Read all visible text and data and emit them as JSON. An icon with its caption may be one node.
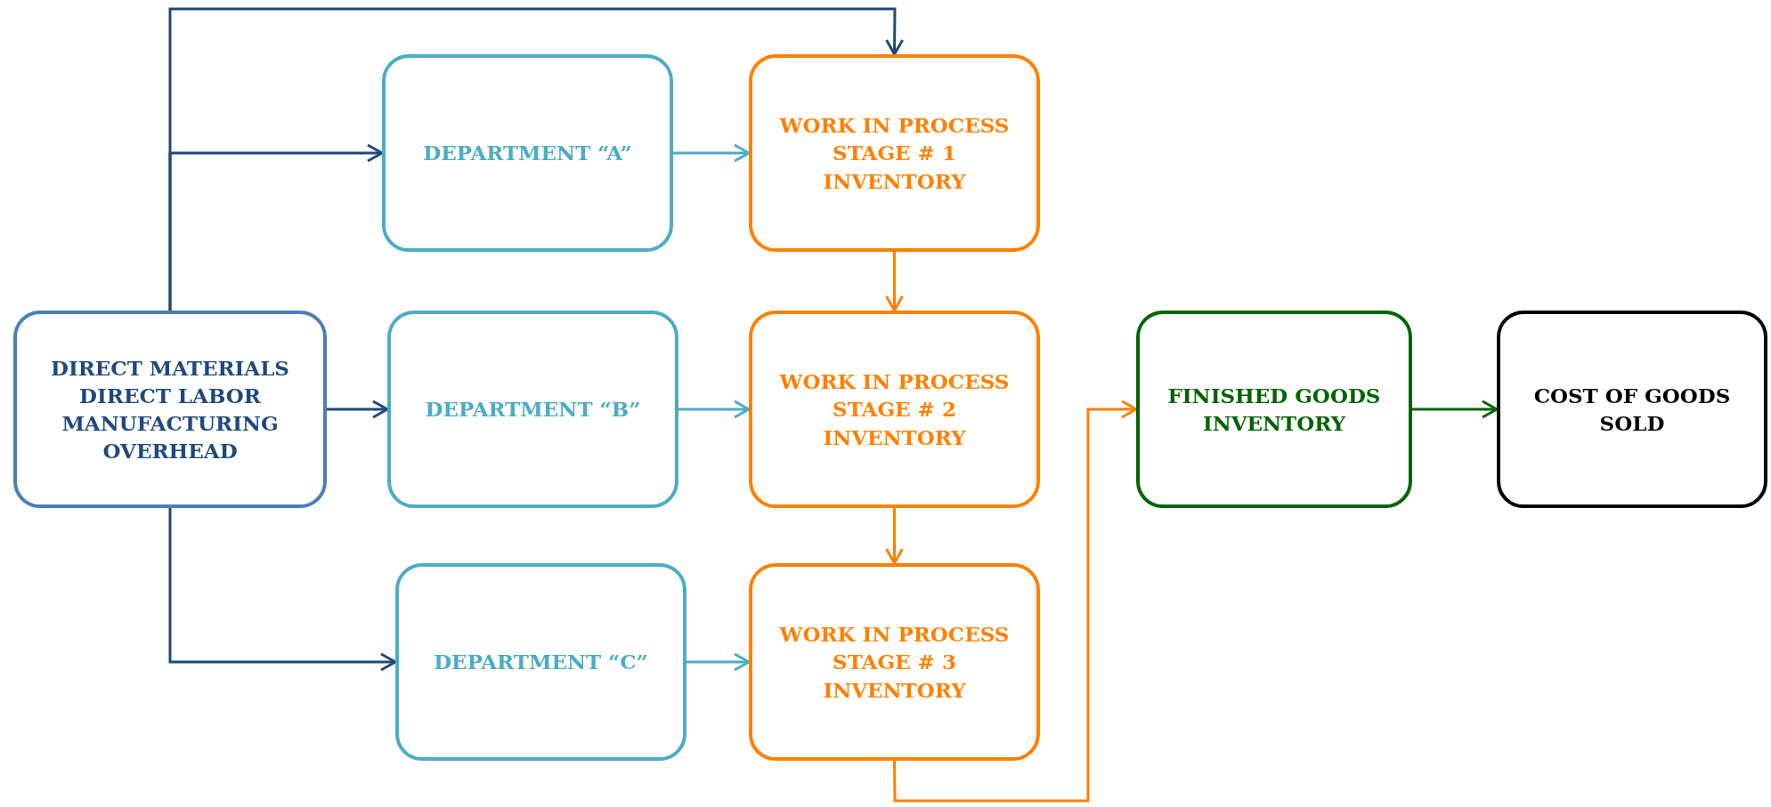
{
  "diagram": {
    "nodes": [
      {
        "text": [
          "DIRECT MATERIALS DIRECT LABOR MANUFACTURING OVERHEAD"
        ]
      },
      {
        "text": [
          "DEPARTMENT “A”"
        ]
      },
      {
        "text": [
          "WORK IN PROCESS STAGE # 1 INVENTORY"
        ]
      },
      {
        "text": [
          "DEPARTMENT “B”"
        ]
      },
      {
        "text": [
          "WORK IN PROCESS STAGE # 2 INVENTORY"
        ]
      },
      {
        "text": [
          "FINISHED GOODS INVENTORY"
        ]
      },
      {
        "text": [
          "COST OF GOODS SOLD"
        ]
      },
      {
        "text": [
          "DEPARTMENT “C”"
        ]
      },
      {
        "text": [
          "WORK IN PROCESS STAGE # 3 INVENTORY"
        ]
      }
    ],
    "edges": [
      {
        "from": 0,
        "to": 2,
        "arrow": "to"
      },
      {
        "from": 0,
        "to": 1,
        "arrow": "to"
      },
      {
        "from": 0,
        "to": 3,
        "arrow": "to"
      },
      {
        "from": 0,
        "to": 7,
        "arrow": "to"
      },
      {
        "from": 1,
        "to": 2,
        "arrow": "to",
        "color": "#4bacc6"
      },
      {
        "from": 3,
        "to": 4,
        "arrow": "to",
        "color": "#4bacc6"
      },
      {
        "from": 7,
        "to": 8,
        "arrow": "to",
        "color": "#4bacc6"
      },
      {
        "from": 2,
        "to": 4,
        "arrow": "to",
        "color": "#ff8000"
      },
      {
        "from": 4,
        "to": 8,
        "arrow": "to",
        "color": "#ff8000"
      },
      {
        "from": 8,
        "to": 5,
        "arrow": "to",
        "color": "#ff8000"
      },
      {
        "from": 5,
        "to": 6,
        "arrow": "to",
        "color": "#006400"
      }
    ]
  }
}
